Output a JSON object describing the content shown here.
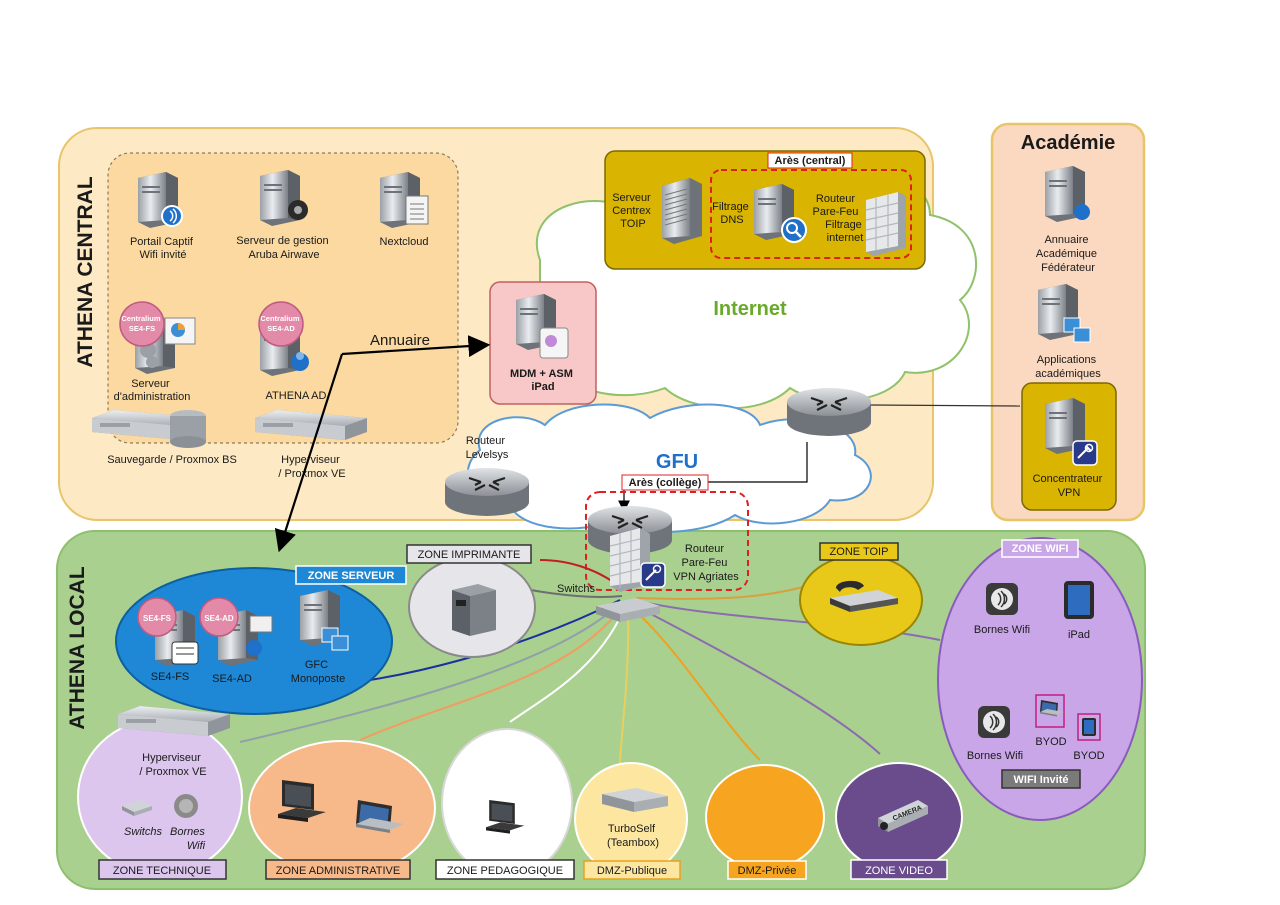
{
  "regions": {
    "central": "ATHENA CENTRAL",
    "local": "ATHENA LOCAL",
    "academie": "Académie",
    "internet": "Internet",
    "gfu": "GFU"
  },
  "ares": {
    "central": "Arès (central)",
    "college": "Arès (collège)",
    "centrex": [
      "Serveur",
      "Centrex",
      "TOIP"
    ],
    "filtrage": [
      "Filtrage",
      "DNS"
    ],
    "routeur": [
      "Routeur",
      "Pare-Feu",
      "Filtrage",
      "internet"
    ]
  },
  "central_nodes": {
    "portail": [
      "Portail Captif",
      "Wifi invité"
    ],
    "gestion": [
      "Serveur de gestion",
      "Aruba Airwave"
    ],
    "nextcloud": "Nextcloud",
    "se4fs_badge": [
      "Centralium",
      "SE4-FS"
    ],
    "se4ad_badge": [
      "Centralium",
      "SE4-AD"
    ],
    "admin": [
      "Serveur",
      "d'administration"
    ],
    "athena_ad": "ATHENA AD",
    "sauvegarde": "Sauvegarde / Proxmox BS",
    "hyperviseur": [
      "Hyperviseur",
      "/ Proxmox VE"
    ],
    "annuaire": "Annuaire",
    "mdm": [
      "MDM + ASM",
      "iPad"
    ],
    "levelsys": [
      "Routeur",
      "Levelsys"
    ]
  },
  "academie_nodes": {
    "annuaire": [
      "Annuaire",
      "Académique",
      "Fédérateur"
    ],
    "applications": [
      "Applications",
      "académiques"
    ],
    "vpn": [
      "Concentrateur",
      "VPN"
    ]
  },
  "local_nodes": {
    "routeur": [
      "Routeur",
      "Pare-Feu",
      "VPN Agriates"
    ],
    "switchs": "Switchs",
    "se4fs_badge": "SE4-FS",
    "se4ad_badge": "SE4-AD",
    "se4fs": "SE4-FS",
    "se4ad": "SE4-AD",
    "gfc": [
      "GFC",
      "Monoposte"
    ],
    "hyperviseur": [
      "Hyperviseur",
      "/ Proxmox VE"
    ],
    "switchs_tech": "Switchs",
    "bornes_tech": [
      "Bornes",
      "Wifi"
    ],
    "turboself": [
      "TurboSelf",
      "(Teambox)"
    ],
    "bornes_wifi_1": "Bornes Wifi",
    "ipad": "iPad",
    "bornes_wifi_2": "Bornes Wifi",
    "byod_1": "BYOD",
    "byod_2": "BYOD",
    "camera": "CAMERA"
  },
  "zones": {
    "serveur": "ZONE SERVEUR",
    "imprimante": "ZONE IMPRIMANTE",
    "toip": "ZONE TOIP",
    "wifi": "ZONE WIFI",
    "wifi_invite": "WIFI Invité",
    "technique": "ZONE TECHNIQUE",
    "administrative": "ZONE ADMINISTRATIVE",
    "pedagogique": "ZONE PEDAGOGIQUE",
    "dmz_publique": "DMZ-Publique",
    "dmz_privee": "DMZ-Privée",
    "video": "ZONE VIDEO"
  },
  "colors": {
    "central_fill": "#fde9c3",
    "central_stroke": "#e8c46a",
    "local_fill": "#a9d08e",
    "local_stroke": "#8cbf6e",
    "ares_fill": "#d9b400",
    "zone_serveur": "#1e88d6",
    "zone_wifi": "#c9a6e8",
    "zone_admin": "#f7b98a",
    "zone_video": "#6a4c8c",
    "internet_text": "#6aaa2a",
    "gfu_text": "#1e70c8",
    "ares_dash": "#e02020"
  }
}
